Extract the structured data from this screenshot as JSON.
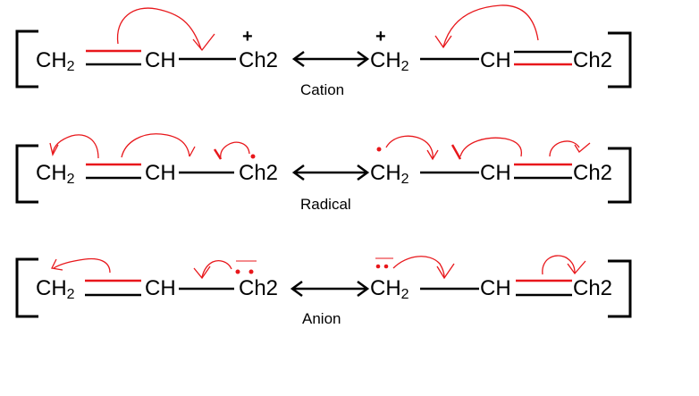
{
  "colors": {
    "bond": "#000000",
    "electron_movement": "#e8171b"
  },
  "rows": [
    {
      "label": "Cation",
      "left": {
        "a": "CH",
        "a_sub": "2",
        "b": "CH",
        "c": "Ch2",
        "charge": "+"
      },
      "right": {
        "a": "CH",
        "a_sub": "2",
        "b": "CH",
        "c": "Ch2",
        "charge": "+"
      }
    },
    {
      "label": "Radical",
      "left": {
        "a": "CH",
        "a_sub": "2",
        "b": "CH",
        "c": "Ch2"
      },
      "right": {
        "a": "CH",
        "a_sub": "2",
        "b": "CH",
        "c": "Ch2"
      }
    },
    {
      "label": "Anion",
      "left": {
        "a": "CH",
        "a_sub": "2",
        "b": "CH",
        "c": "Ch2"
      },
      "right": {
        "a": "CH",
        "a_sub": "2",
        "b": "CH",
        "c": "Ch2"
      }
    }
  ]
}
